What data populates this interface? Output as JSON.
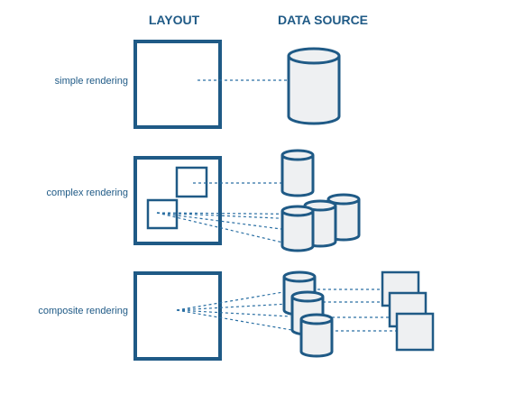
{
  "headers": {
    "layout": "LAYOUT",
    "data_source": "DATA SOURCE"
  },
  "rows": [
    {
      "label": "simple rendering"
    },
    {
      "label": "complex rendering"
    },
    {
      "label": "composite rendering"
    }
  ],
  "colors": {
    "primary": "#1f5a86",
    "connector": "#2a6fa3",
    "fill": "#eef0f2"
  }
}
